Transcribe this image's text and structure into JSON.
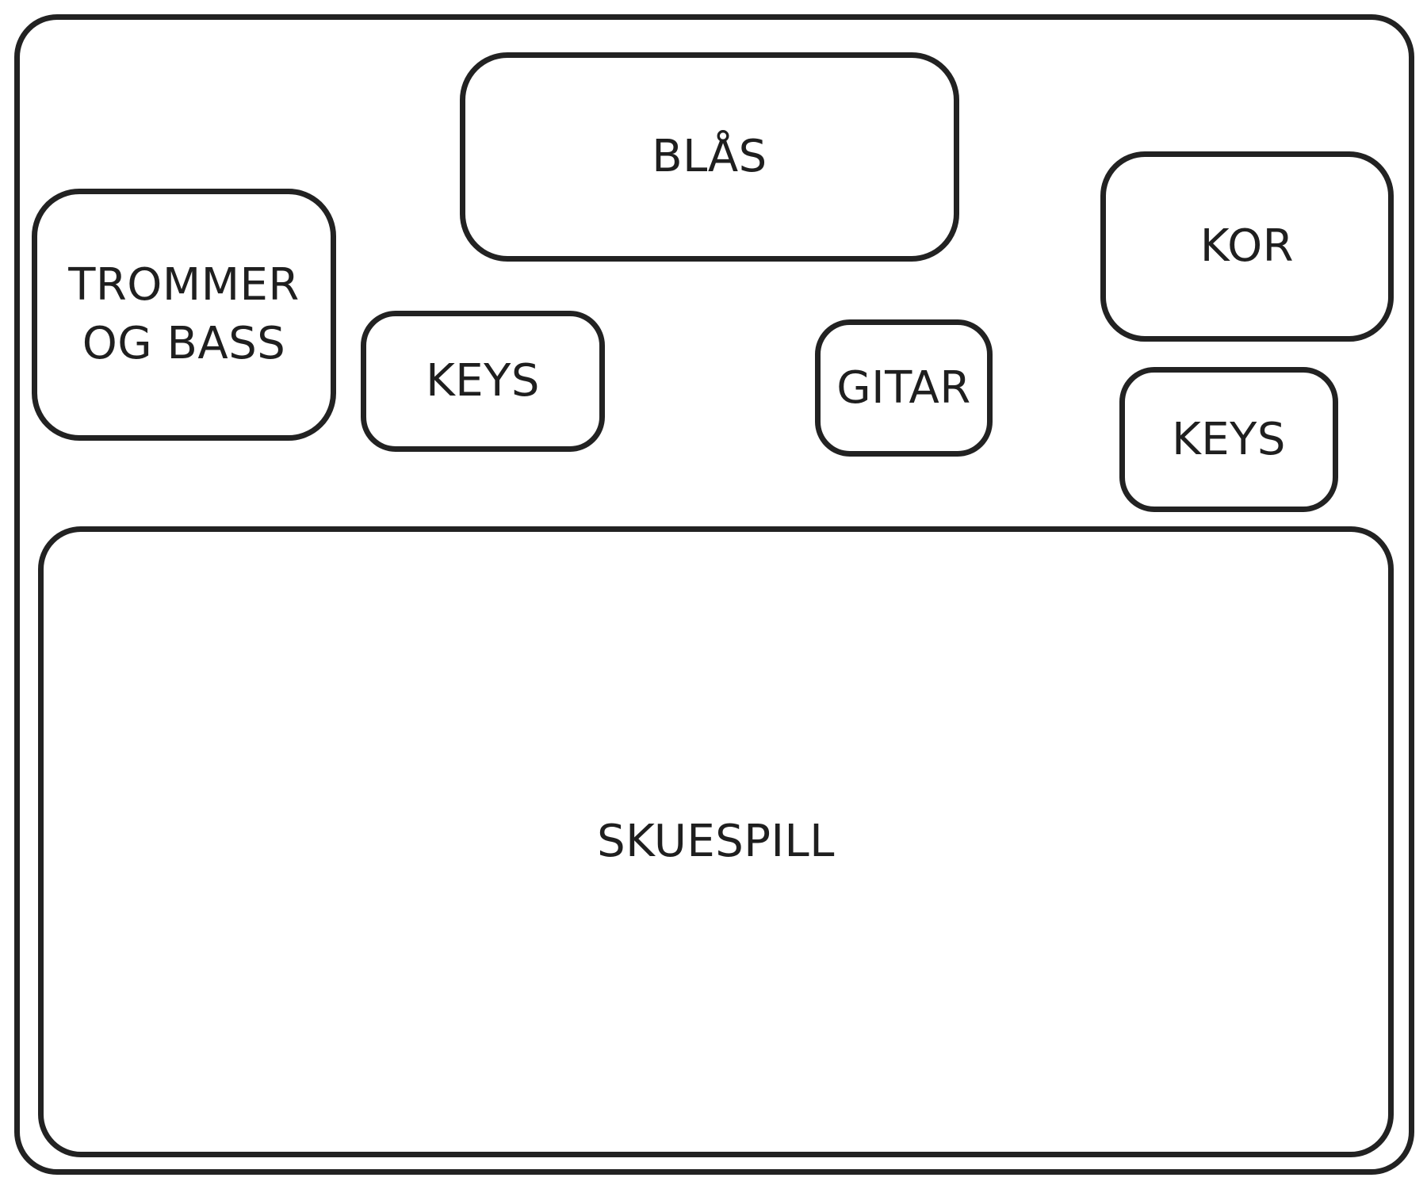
{
  "stage_plan": {
    "zones": {
      "blas": "BLÅS",
      "trommer_og_bass": "TROMMER\nOG BASS",
      "keys_left": "KEYS",
      "gitar": "GITAR",
      "kor": "KOR",
      "keys_right": "KEYS",
      "skuespill": "SKUESPILL"
    }
  },
  "colors": {
    "outline": "#222222",
    "background": "#ffffff",
    "text": "#1f1f1f"
  }
}
